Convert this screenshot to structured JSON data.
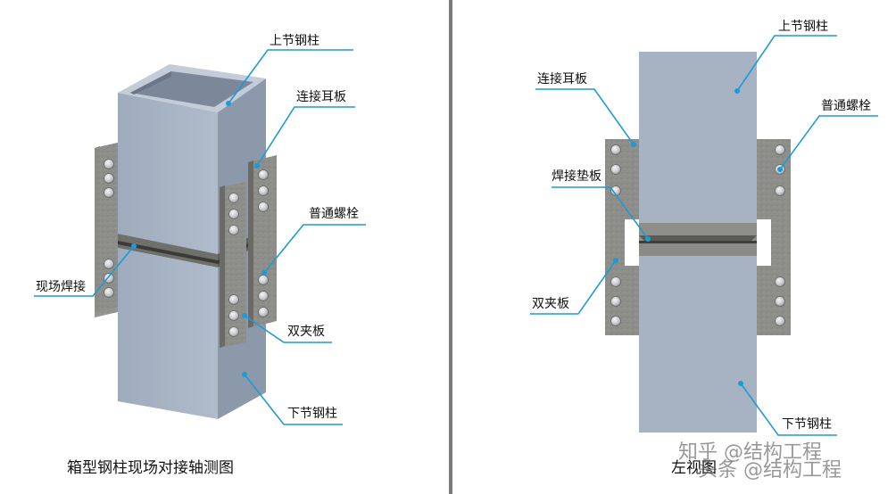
{
  "colors": {
    "callout": "#1e9ad6",
    "divider": "#7a7a7a",
    "column_front": "#a7b3c3",
    "column_side": "#8d9aac",
    "column_top": "#c3ccd8",
    "plate": "#8e8e8a",
    "plate_dark": "#6f6f6b",
    "bolt": "#cfd2d4"
  },
  "left_panel": {
    "caption": "箱型钢柱现场对接轴测图",
    "labels": {
      "upper_column": "上节钢柱",
      "ear_plate": "连接耳板",
      "bolt": "普通螺栓",
      "field_weld": "现场焊接",
      "double_splice": "双夹板",
      "lower_column": "下节钢柱"
    }
  },
  "right_panel": {
    "caption": "左视图",
    "labels": {
      "upper_column": "上节钢柱",
      "ear_plate": "连接耳板",
      "bolt": "普通螺栓",
      "weld_backing": "焊接垫板",
      "double_splice": "双夹板",
      "lower_column": "下节钢柱"
    }
  },
  "watermark": "知乎 @结构工程",
  "watermark2": "头条 @结构工程"
}
